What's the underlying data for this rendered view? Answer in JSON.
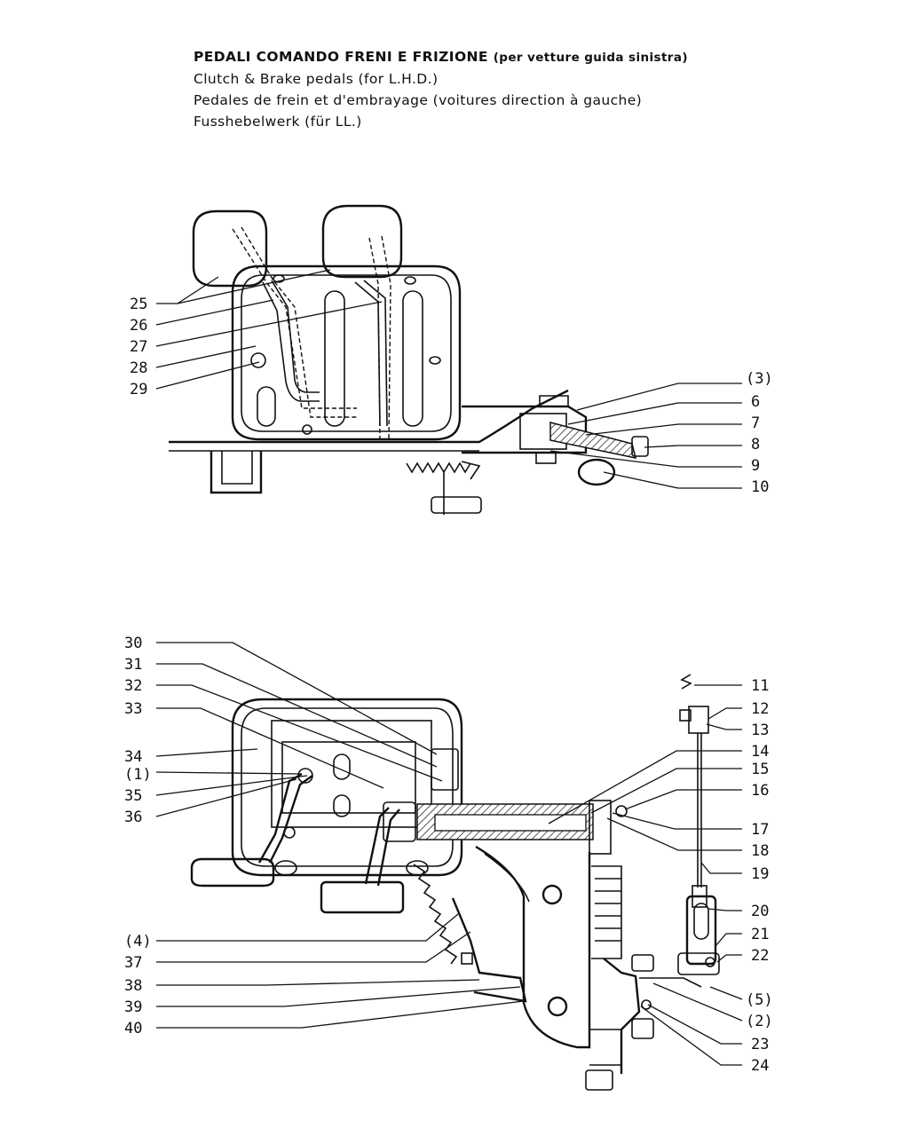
{
  "title": {
    "it": "PEDALI COMANDO FRENI E FRIZIONE",
    "it_sub": "(per vetture guida sinistra)",
    "en": "Clutch & Brake pedals (for L.H.D.)",
    "fr": "Pedales de frein et d'embrayage (voitures direction à gauche)",
    "de": "Fusshebelwerk (für LL.)"
  },
  "top_labels": {
    "l25": "25",
    "l26": "26",
    "l27": "27",
    "l28": "28",
    "l29": "29",
    "r3": "(3)",
    "r6": "6",
    "r7": "7",
    "r8": "8",
    "r9": "9",
    "r10": "10"
  },
  "bottom_labels": {
    "l30": "30",
    "l31": "31",
    "l32": "32",
    "l33": "33",
    "l34": "34",
    "l1": "(1)",
    "l35": "35",
    "l36": "36",
    "l4": "(4)",
    "l37": "37",
    "l38": "38",
    "l39": "39",
    "l40": "40",
    "r11": "11",
    "r12": "12",
    "r13": "13",
    "r14": "14",
    "r15": "15",
    "r16": "16",
    "r17": "17",
    "r18": "18",
    "r19": "19",
    "r20": "20",
    "r21": "21",
    "r22": "22",
    "r5": "(5)",
    "r2": "(2)",
    "r23": "23",
    "r24": "24"
  }
}
